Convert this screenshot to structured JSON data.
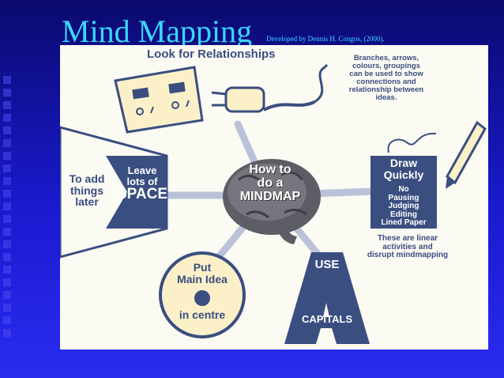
{
  "slide": {
    "title": "Mind Mapping",
    "credit": "Developed by Dennis H. Congos, (2000)."
  },
  "diagram": {
    "center": [
      "How to",
      "do a",
      "MINDMAP"
    ],
    "look_for_relationships": "Look for Relationships",
    "relationships_note": [
      "Branches, arrows,",
      "colours, groupings",
      "can be used to show",
      "connections and",
      "relationship between",
      "ideas."
    ],
    "to_add_things_later": [
      "To add",
      "things",
      "later"
    ],
    "leave_space": [
      "Leave",
      "lots of",
      "SPACE"
    ],
    "draw_quickly": [
      "Draw",
      "Quickly"
    ],
    "no_list": [
      "No",
      "Pausing",
      "Judging",
      "Editing",
      "Lined Paper"
    ],
    "linear_note": [
      "These are linear",
      "activities and",
      "disrupt mindmapping"
    ],
    "put_main_idea": [
      "Put",
      "Main Idea"
    ],
    "in_centre": "in centre",
    "use": "USE",
    "capitals_letter": "A",
    "capitals": "CAPITALS"
  },
  "colors": {
    "navy": "#3a4e80",
    "cream": "#fbf0c8",
    "title": "#39d7ff"
  }
}
